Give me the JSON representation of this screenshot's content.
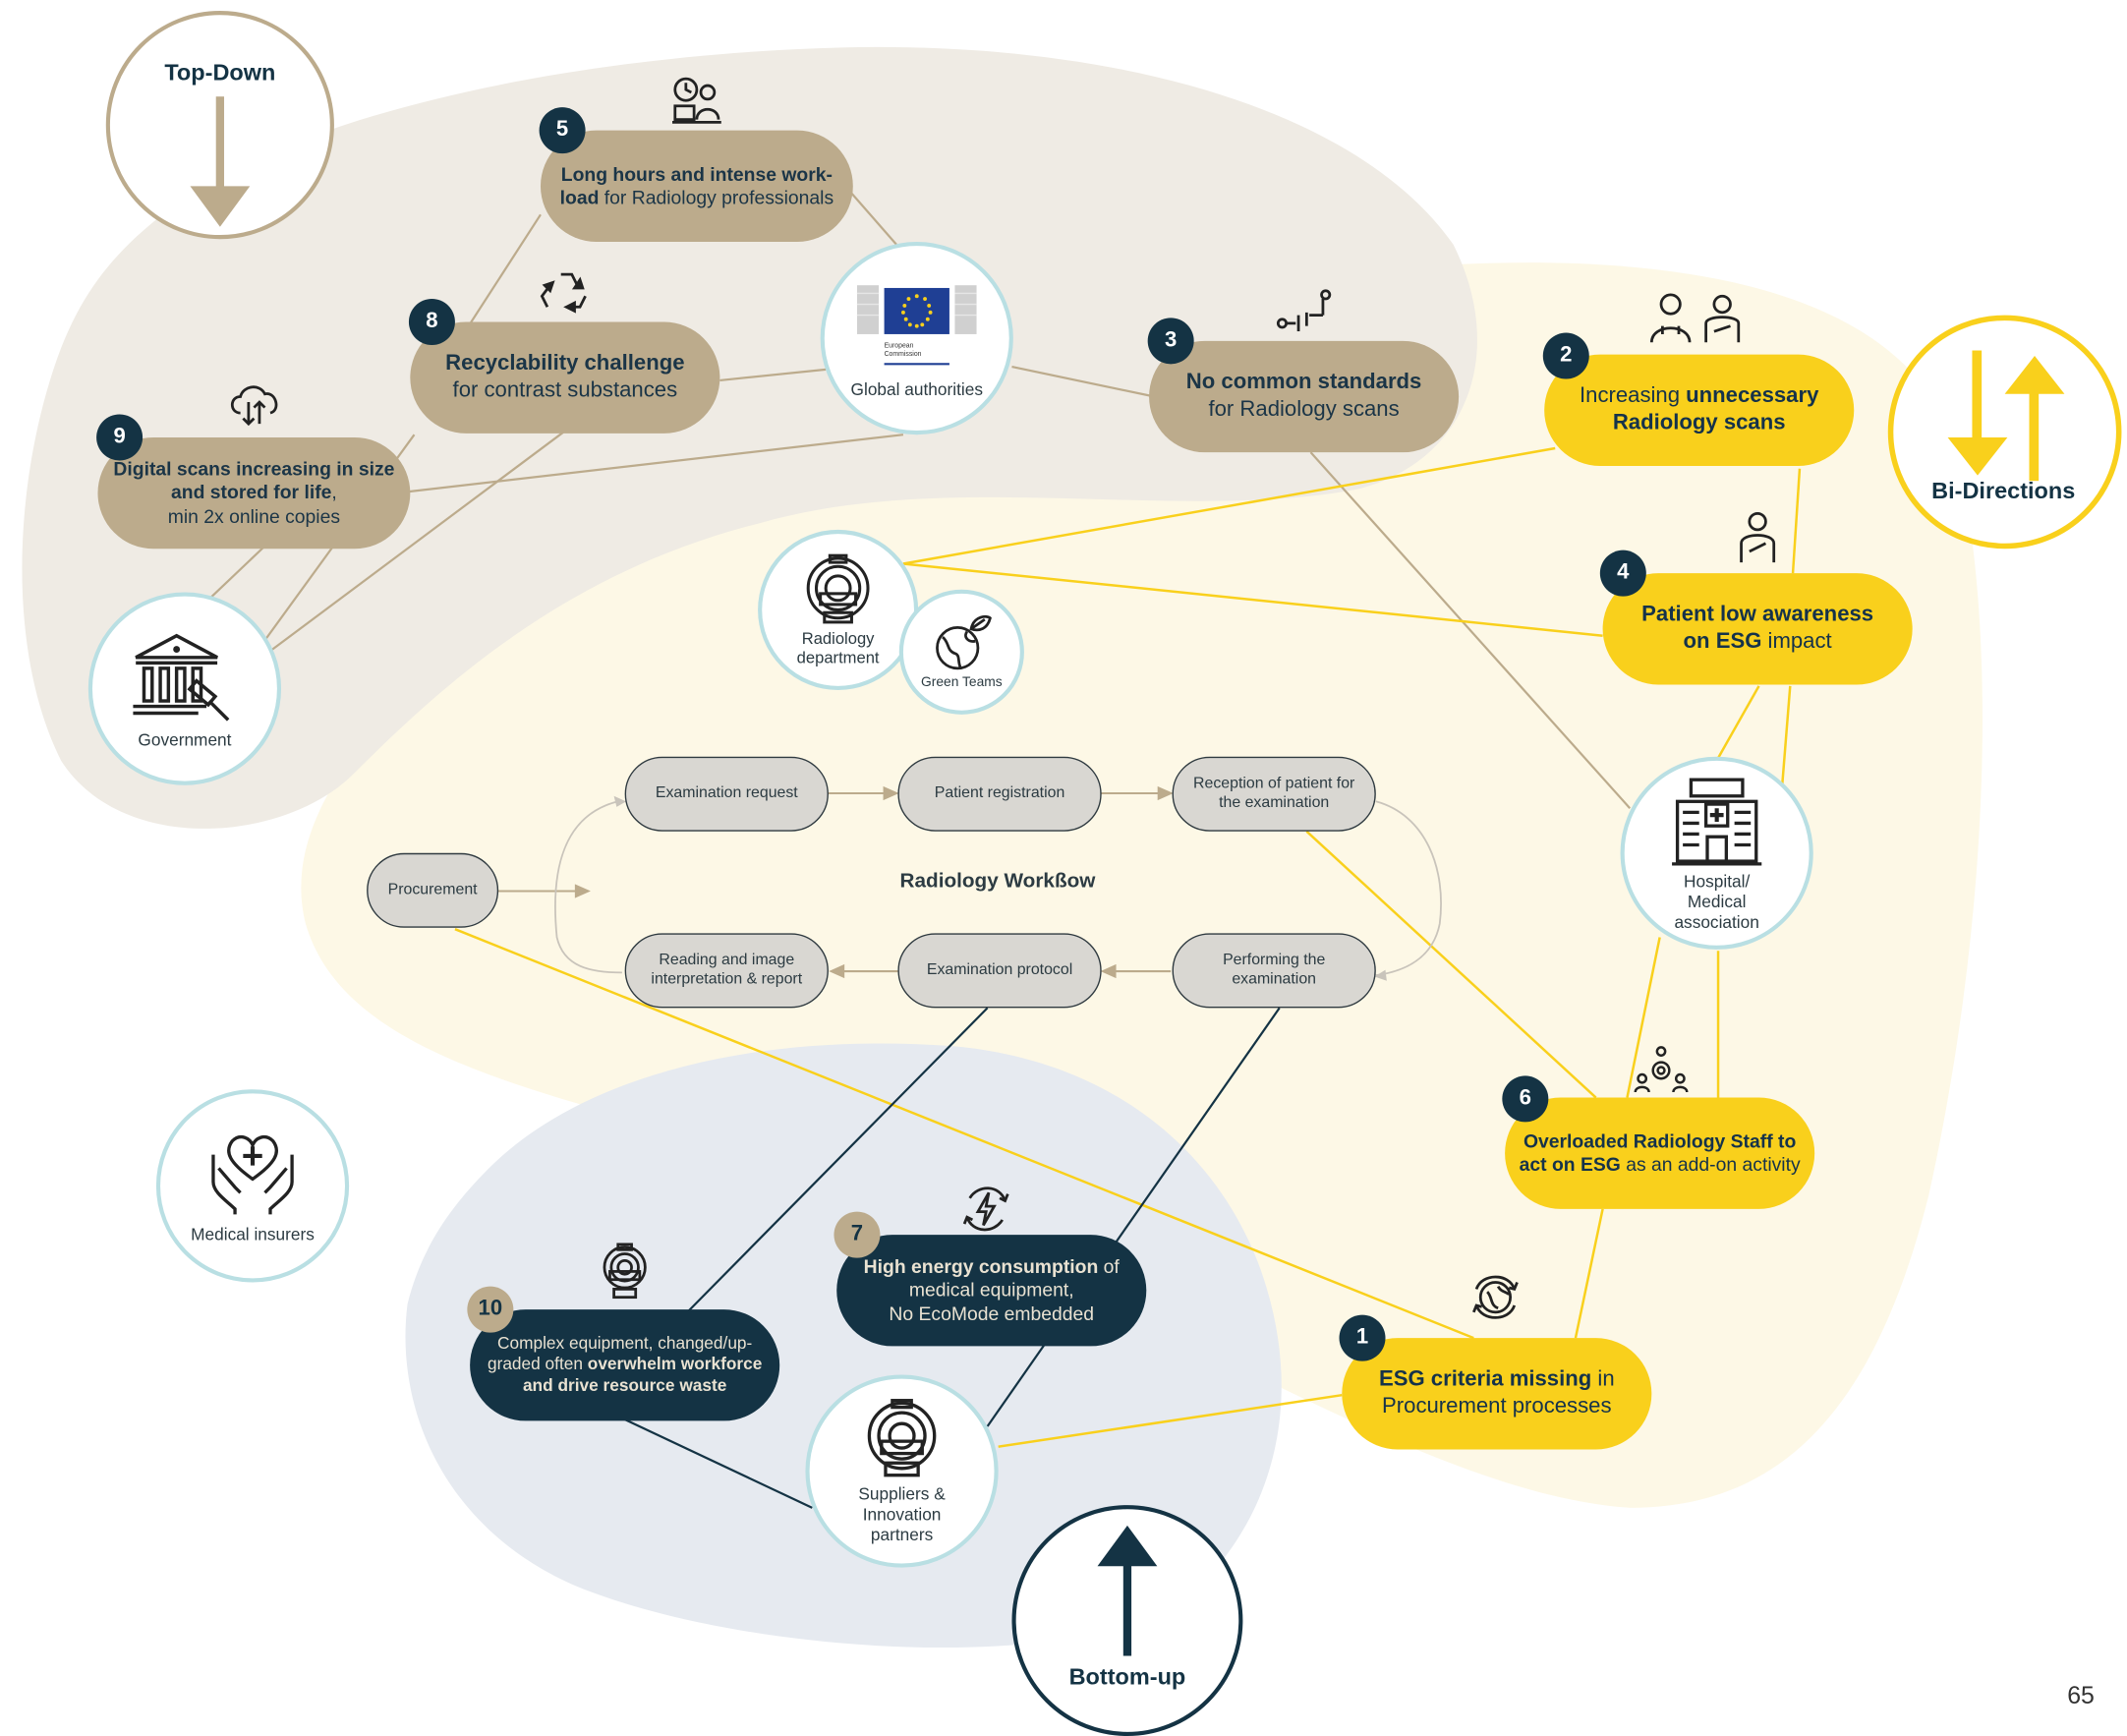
{
  "directions": {
    "top_down": "Top-Down",
    "bi_directions": "Bi-Directions",
    "bottom_up": "Bottom-up"
  },
  "colors": {
    "tan": "#bcab8c",
    "yellow": "#f9d01c",
    "navy": "#143344",
    "light_blue": "#b9dfe3"
  },
  "stakeholders": {
    "global_authorities": "Global authorities",
    "ec_logo_line1": "European",
    "ec_logo_line2": "Commission",
    "government": "Government",
    "radiology_department_1": "Radiology",
    "radiology_department_2": "department",
    "green_teams": "Green Teams",
    "hospital_1": "Hospital/",
    "hospital_2": "Medical",
    "hospital_3": "association",
    "medical_insurers": "Medical insurers",
    "suppliers_1": "Suppliers &",
    "suppliers_2": "Innovation",
    "suppliers_3": "partners"
  },
  "challenges": {
    "c1": {
      "num": "1",
      "bold": "ESG criteria missing",
      "rest": " in",
      "line2": "Procurement processes"
    },
    "c2": {
      "num": "2",
      "pre": "Increasing ",
      "bold": "unnecessary",
      "line2": "Radiology scans"
    },
    "c3": {
      "num": "3",
      "bold": "No common standards",
      "line2": "for Radiology scans"
    },
    "c4": {
      "num": "4",
      "bold": "Patient low awareness",
      "bold2": "on ESG",
      "rest2": " impact"
    },
    "c5": {
      "num": "5",
      "bold": "Long hours and intense work-",
      "bold2": "load",
      "rest2": " for Radiology professionals"
    },
    "c6": {
      "num": "6",
      "bold": "Overloaded Radiology Staff to",
      "bold2": "act on ESG",
      "rest2": " as an add-on activity"
    },
    "c7": {
      "num": "7",
      "bold": "High energy consumption",
      "rest": " of",
      "line2": "medical equipment,",
      "line3": "No EcoMode embedded"
    },
    "c8": {
      "num": "8",
      "bold": "Recyclability challenge",
      "line2": "for contrast substances"
    },
    "c9": {
      "num": "9",
      "bold": "Digital scans increasing in size",
      "bold2": "and stored for life",
      "rest2": ",",
      "line3": "min 2x online copies"
    },
    "c10": {
      "num": "10",
      "line1": "Complex equipment, changed/up-",
      "pre2": "graded often ",
      "bold2": "overwhelm workforce",
      "bold3": "and drive resource waste"
    }
  },
  "workflow": {
    "title": "Radiology Workßow",
    "procurement": "Procurement",
    "examination_request": "Examination request",
    "patient_registration": "Patient registration",
    "reception": "Reception of patient for the examination",
    "performing": "Performing the examination",
    "protocol": "Examination protocol",
    "reading": "Reading and image interpretation & report"
  },
  "page_number": "65"
}
